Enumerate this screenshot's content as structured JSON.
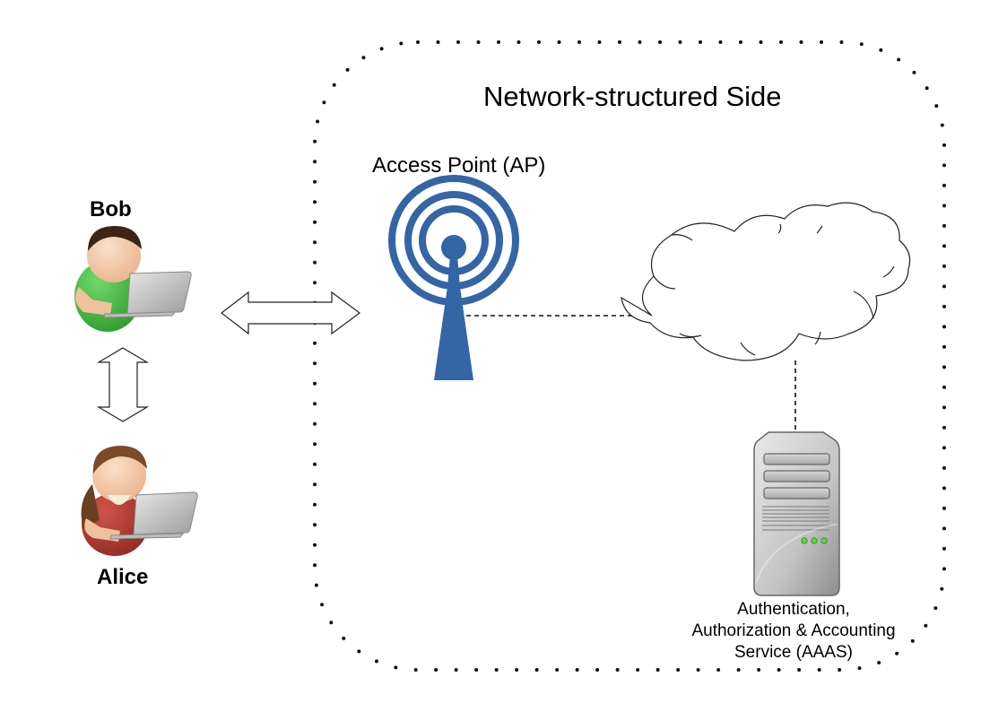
{
  "diagram": {
    "title": "Network-structured Side",
    "nodes": {
      "bob": {
        "label": "Bob",
        "icon": "user-with-laptop-icon",
        "shirt_color": "#3cb043"
      },
      "alice": {
        "label": "Alice",
        "icon": "user-with-laptop-icon",
        "shirt_color": "#b03a2e"
      },
      "access_point": {
        "label": "Access Point (AP)",
        "icon": "wireless-antenna-icon",
        "color": "#3465a4"
      },
      "cloud": {
        "label": "",
        "icon": "cloud-icon"
      },
      "aaas": {
        "label_lines": [
          "Authentication,",
          "Authorization & Accounting",
          "Service (AAAS)"
        ],
        "icon": "server-tower-icon"
      }
    },
    "edges": [
      {
        "from": "bob",
        "to": "alice",
        "style": "double-arrow"
      },
      {
        "from": "bob",
        "to": "access_point",
        "style": "double-arrow"
      },
      {
        "from": "access_point",
        "to": "cloud",
        "style": "dashed"
      },
      {
        "from": "cloud",
        "to": "aaas",
        "style": "dashed"
      }
    ],
    "boundary": {
      "style": "dotted-rounded-rect",
      "label": "Network-structured Side"
    }
  }
}
